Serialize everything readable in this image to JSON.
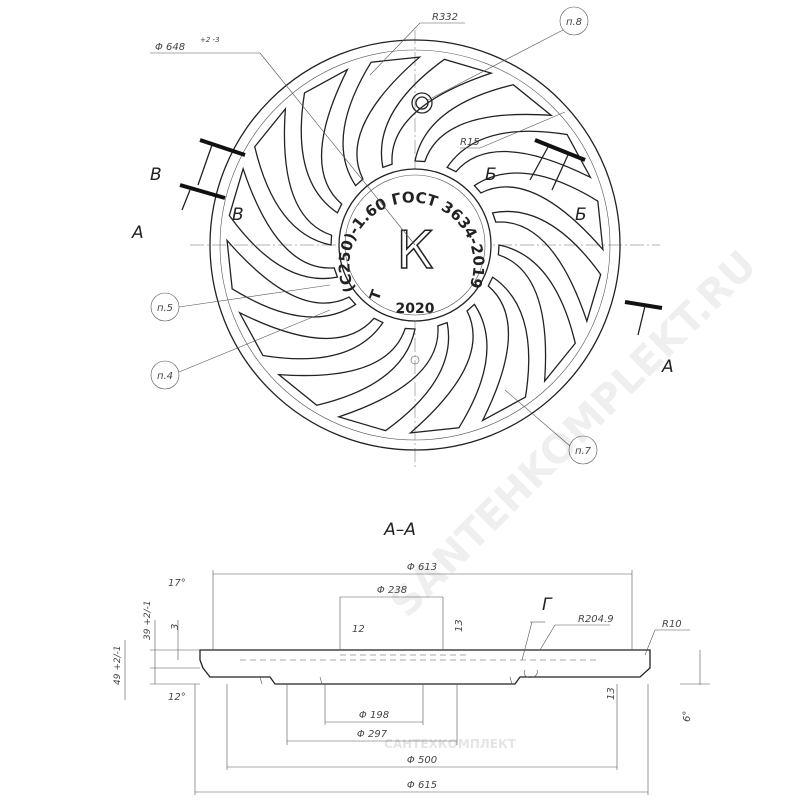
{
  "plan": {
    "dim_outer_dia": "Φ 648",
    "dim_outer_tol": "+2 -3",
    "radius_r332": "R332",
    "radius_r15": "R15",
    "callouts": [
      "п.8",
      "п.5",
      "п.4",
      "п.7"
    ],
    "section_letters": {
      "a_left": "А",
      "a_right": "А",
      "v_outer": "В",
      "v_inner": "В",
      "b_outer": "Б",
      "b_inner": "Б"
    },
    "hub_text_arc": "(С250)-1.60 ГОСТ 3634-2019",
    "hub_letter": "К",
    "hub_year": "2020",
    "hub_t": "Т"
  },
  "section": {
    "title": "А–А",
    "letter_g": "Г",
    "dims": {
      "d613": "Φ 613",
      "d238": "Φ 238",
      "d198": "Φ 198",
      "d297": "Φ 297",
      "d500": "Φ 500",
      "d615": "Φ 615",
      "a17": "17°",
      "a12": "12°",
      "a6": "6°",
      "h39": "39 +2/-1",
      "h49": "49 +2/-1",
      "h3": "3",
      "w12": "12",
      "h13a": "13",
      "h13b": "13",
      "r2049": "R204.9",
      "r10": "R10"
    }
  },
  "watermark": {
    "main": "SANTEHKOMPLEKT.RU",
    "footer": "САНТЕХКОМПЛЕКТ"
  }
}
